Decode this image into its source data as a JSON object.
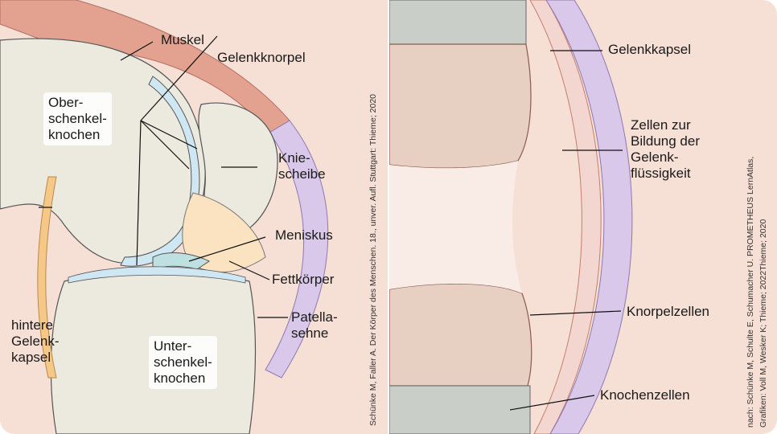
{
  "left": {
    "labels": {
      "muskel": "Muskel",
      "gelenkknorpel": "Gelenkknorpel",
      "oberschenkel": "Ober-\nschenkel-\nknochen",
      "kniescheibe": "Knie-\nscheibe",
      "meniskus": "Meniskus",
      "fettkoerper": "Fettkörper",
      "patellasehne": "Patella-\nsehne",
      "hintere_kapsel": "hintere\nGelenk-\nkapsel",
      "unterschenkel": "Unter-\nschenkel-\nknochen"
    },
    "credit": "Schünke M, Faller A. Der Körper des Menschen. 18., unver. Aufl. Stuttgart: Thieme; 2020"
  },
  "right": {
    "labels": {
      "gelenkkapsel": "Gelenkkapsel",
      "zellen": "Zellen zur\nBildung der\nGelenk-\nflüssigkeit",
      "knorpelzellen": "Knorpelzellen",
      "knochenzellen": "Knochenzellen"
    },
    "credit_line1": "nach: Schünke M, Schulte E, Schumacher U. PROMETHEUS LernAtlas,",
    "credit_line2": "Grafiken: Voll M, Wesker K; Thieme; 2022Thieme; 2020"
  },
  "colors": {
    "background": "#f6dfd5",
    "bone": "#ece9df",
    "cartilage": "#cfe7f3",
    "muscle": "#e3a18f",
    "fat": "#fbe2c0",
    "capsule": "#d9c8ea"
  }
}
